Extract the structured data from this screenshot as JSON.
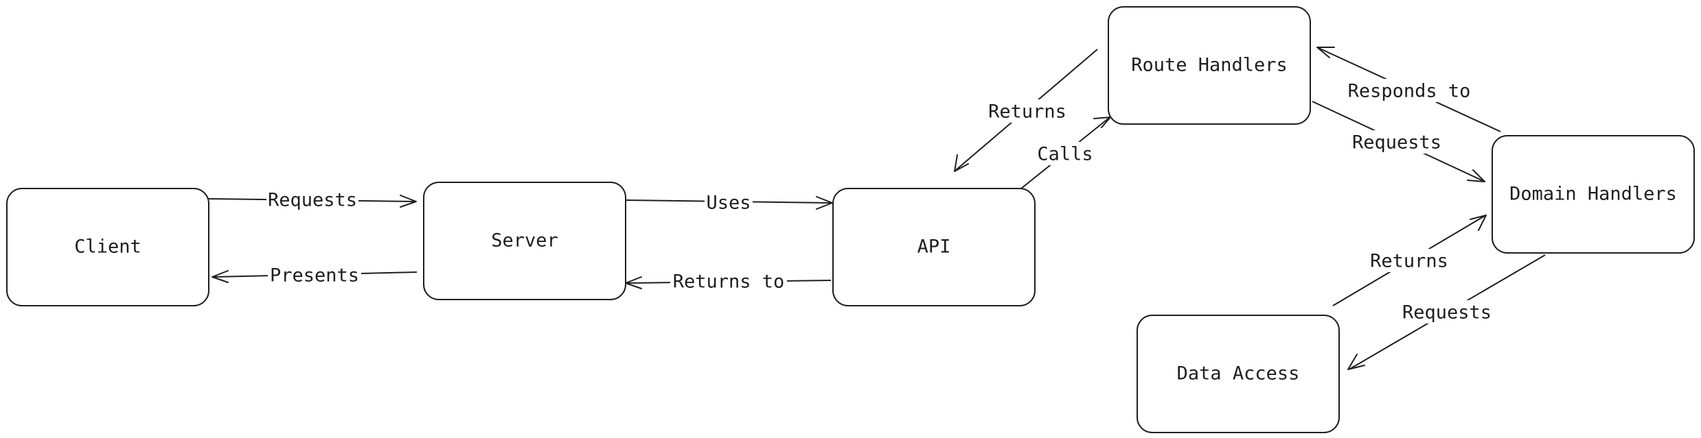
{
  "diagram": {
    "nodes": {
      "client": "Client",
      "server": "Server",
      "api": "API",
      "route_handlers": "Route Handlers",
      "domain_handlers": "Domain Handlers",
      "data_access": "Data Access"
    },
    "edges": {
      "client_requests_server": "Requests",
      "server_presents_client": "Presents",
      "server_uses_api": "Uses",
      "api_returns_to_server": "Returns to",
      "api_calls_route_handlers": "Calls",
      "route_handlers_returns_api": "Returns",
      "route_handlers_requests_domain": "Requests",
      "domain_responds_to_route": "Responds to",
      "domain_requests_data_access": "Requests",
      "data_access_returns_domain": "Returns"
    },
    "colors": {
      "stroke": "#1e1e1e",
      "background": "#ffffff"
    }
  }
}
